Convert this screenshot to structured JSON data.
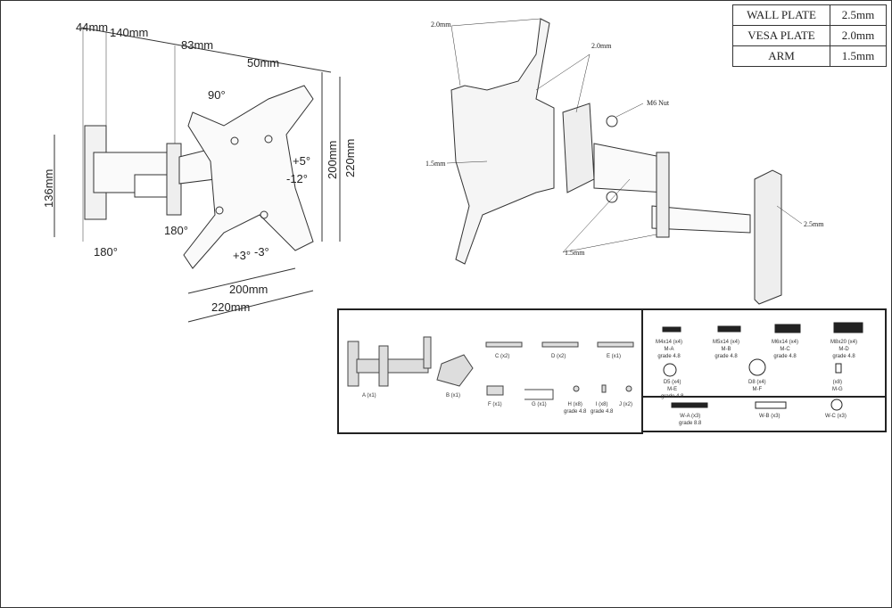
{
  "left_drawing": {
    "dims": {
      "d44": "44mm",
      "d140": "140mm",
      "d83": "83mm",
      "d50": "50mm",
      "d136": "136mm",
      "v200": "200mm",
      "v220": "220mm",
      "h200": "200mm",
      "h220": "220mm"
    },
    "angles": {
      "tilt_90": "90°",
      "tilt_up": "+5°",
      "tilt_down": "-12°",
      "swivel_a": "180°",
      "swivel_b": "180°",
      "level_plus": "+3°",
      "level_minus": "-3°"
    }
  },
  "right_drawing": {
    "labels": {
      "vesa_thk": "2.0mm",
      "bracket_thk": "2.0mm",
      "nut": "M6 Nut",
      "vesa_arm": "1.5mm",
      "wall": "2.5mm",
      "arm": "1.5mm"
    }
  },
  "spec_table": [
    {
      "part": "WALL PLATE",
      "thickness": "2.5mm"
    },
    {
      "part": "VESA PLATE",
      "thickness": "2.0mm"
    },
    {
      "part": "ARM",
      "thickness": "1.5mm"
    }
  ],
  "parts": [
    {
      "name": "A (x1)"
    },
    {
      "name": "B (x1)"
    },
    {
      "name": "C (x2)"
    },
    {
      "name": "D (x2)"
    },
    {
      "name": "E (x1)"
    },
    {
      "name": "F (x1)"
    },
    {
      "name": "G (x1)"
    },
    {
      "name": "H (x8)",
      "grade": "grade 4.8"
    },
    {
      "name": "I (x8)",
      "grade": "grade 4.8"
    },
    {
      "name": "J (x2)"
    }
  ],
  "hardware": [
    {
      "name": "M4x14 (x4)",
      "code": "M-A",
      "grade": "grade 4.8"
    },
    {
      "name": "M5x14 (x4)",
      "code": "M-B",
      "grade": "grade 4.8"
    },
    {
      "name": "M6x14 (x4)",
      "code": "M-C",
      "grade": "grade 4.8"
    },
    {
      "name": "M8x20 (x4)",
      "code": "M-D",
      "grade": "grade 4.8"
    },
    {
      "name": "D5 (x4)",
      "code": "M-E",
      "grade": "grade 4.8"
    },
    {
      "name": "D8 (x4)",
      "code": "M-F"
    },
    {
      "name": "(x8)",
      "code": "M-G"
    }
  ],
  "wall_hardware": [
    {
      "name": "W-A (x3)",
      "grade": "grade 8.8"
    },
    {
      "name": "W-B (x3)"
    },
    {
      "name": "W-C (x3)"
    }
  ]
}
